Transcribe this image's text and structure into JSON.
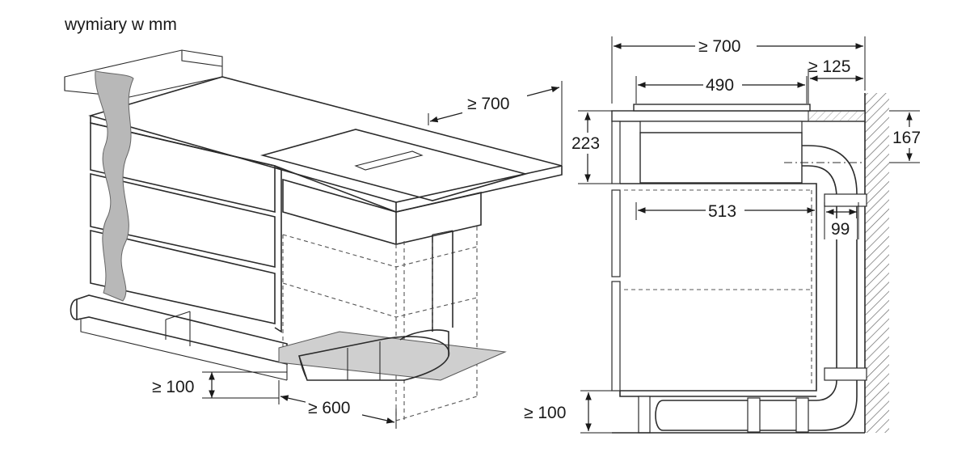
{
  "caption": "wymiary w mm",
  "left_view": {
    "dim_depth": "≥ 700",
    "dim_plinth": "≥ 100",
    "dim_width": "≥ 600"
  },
  "right_view": {
    "dim_total": "≥ 700",
    "dim_back": "≥ 125",
    "dim_hob": "490",
    "dim_hob_height": "223",
    "dim_wall_height": "167",
    "dim_inner": "513",
    "dim_duct": "99",
    "dim_plinth": "≥ 100"
  },
  "colors": {
    "line": "#2b2b2b",
    "shade": "#b8b8b8",
    "hatch": "#6a6a6a"
  }
}
